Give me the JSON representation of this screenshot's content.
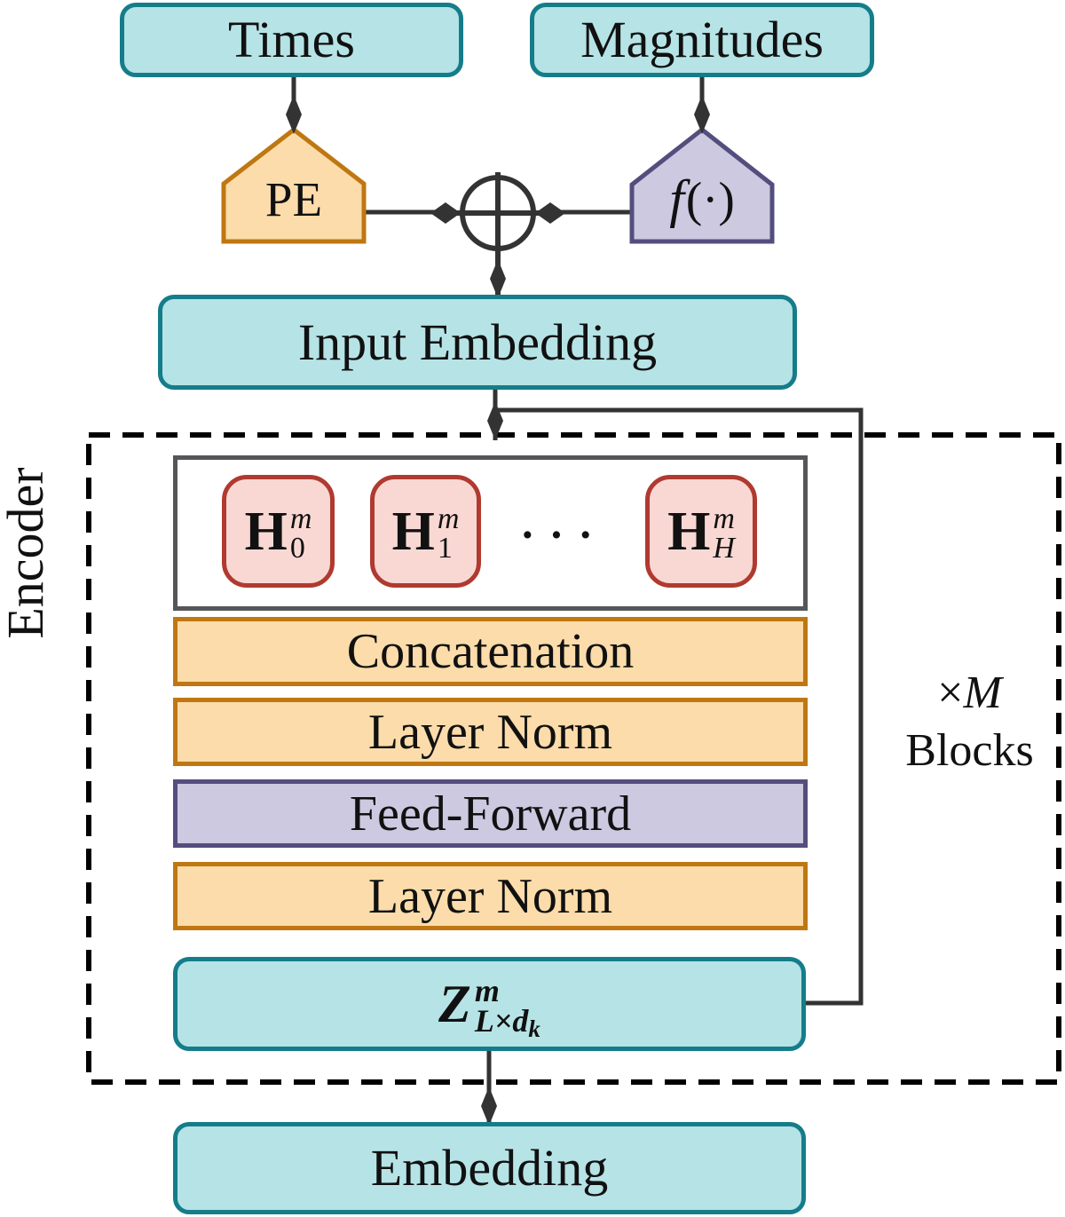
{
  "figure": {
    "inputs": {
      "times": "Times",
      "magnitudes": "Magnitudes"
    },
    "pe_label": "PE",
    "f_label": {
      "name": "f",
      "args": "(·)"
    },
    "input_embedding": "Input Embedding",
    "encoder_label": "Encoder",
    "attention_heads": [
      {
        "base": "H",
        "sup": "m",
        "sub": "0"
      },
      {
        "base": "H",
        "sup": "m",
        "sub": "1"
      },
      {
        "base": "H",
        "sup": "m",
        "sub": "H"
      }
    ],
    "heads_ellipsis": "···",
    "layers": {
      "concatenation": "Concatenation",
      "layer_norm_1": "Layer Norm",
      "feed_forward": "Feed-Forward",
      "layer_norm_2": "Layer Norm"
    },
    "z_output": {
      "base": "Z",
      "sup": "m",
      "sub_main": "L×d",
      "sub_sub": "k"
    },
    "blocks_note": {
      "multiplier": "×",
      "m": "M",
      "word": "Blocks"
    },
    "embedding": "Embedding",
    "colors": {
      "teal_fill": "#b6e3e6",
      "teal_border": "#157d8a",
      "orange_fill": "#fbdcaa",
      "orange_border": "#bf7712",
      "purple_fill": "#ccc9e0",
      "purple_border": "#534e7d",
      "head_fill": "#f9d8d4",
      "head_border": "#b03a30",
      "heads_container_border": "#54565a",
      "connector": "#333333",
      "dashed_border": "#000000"
    }
  }
}
